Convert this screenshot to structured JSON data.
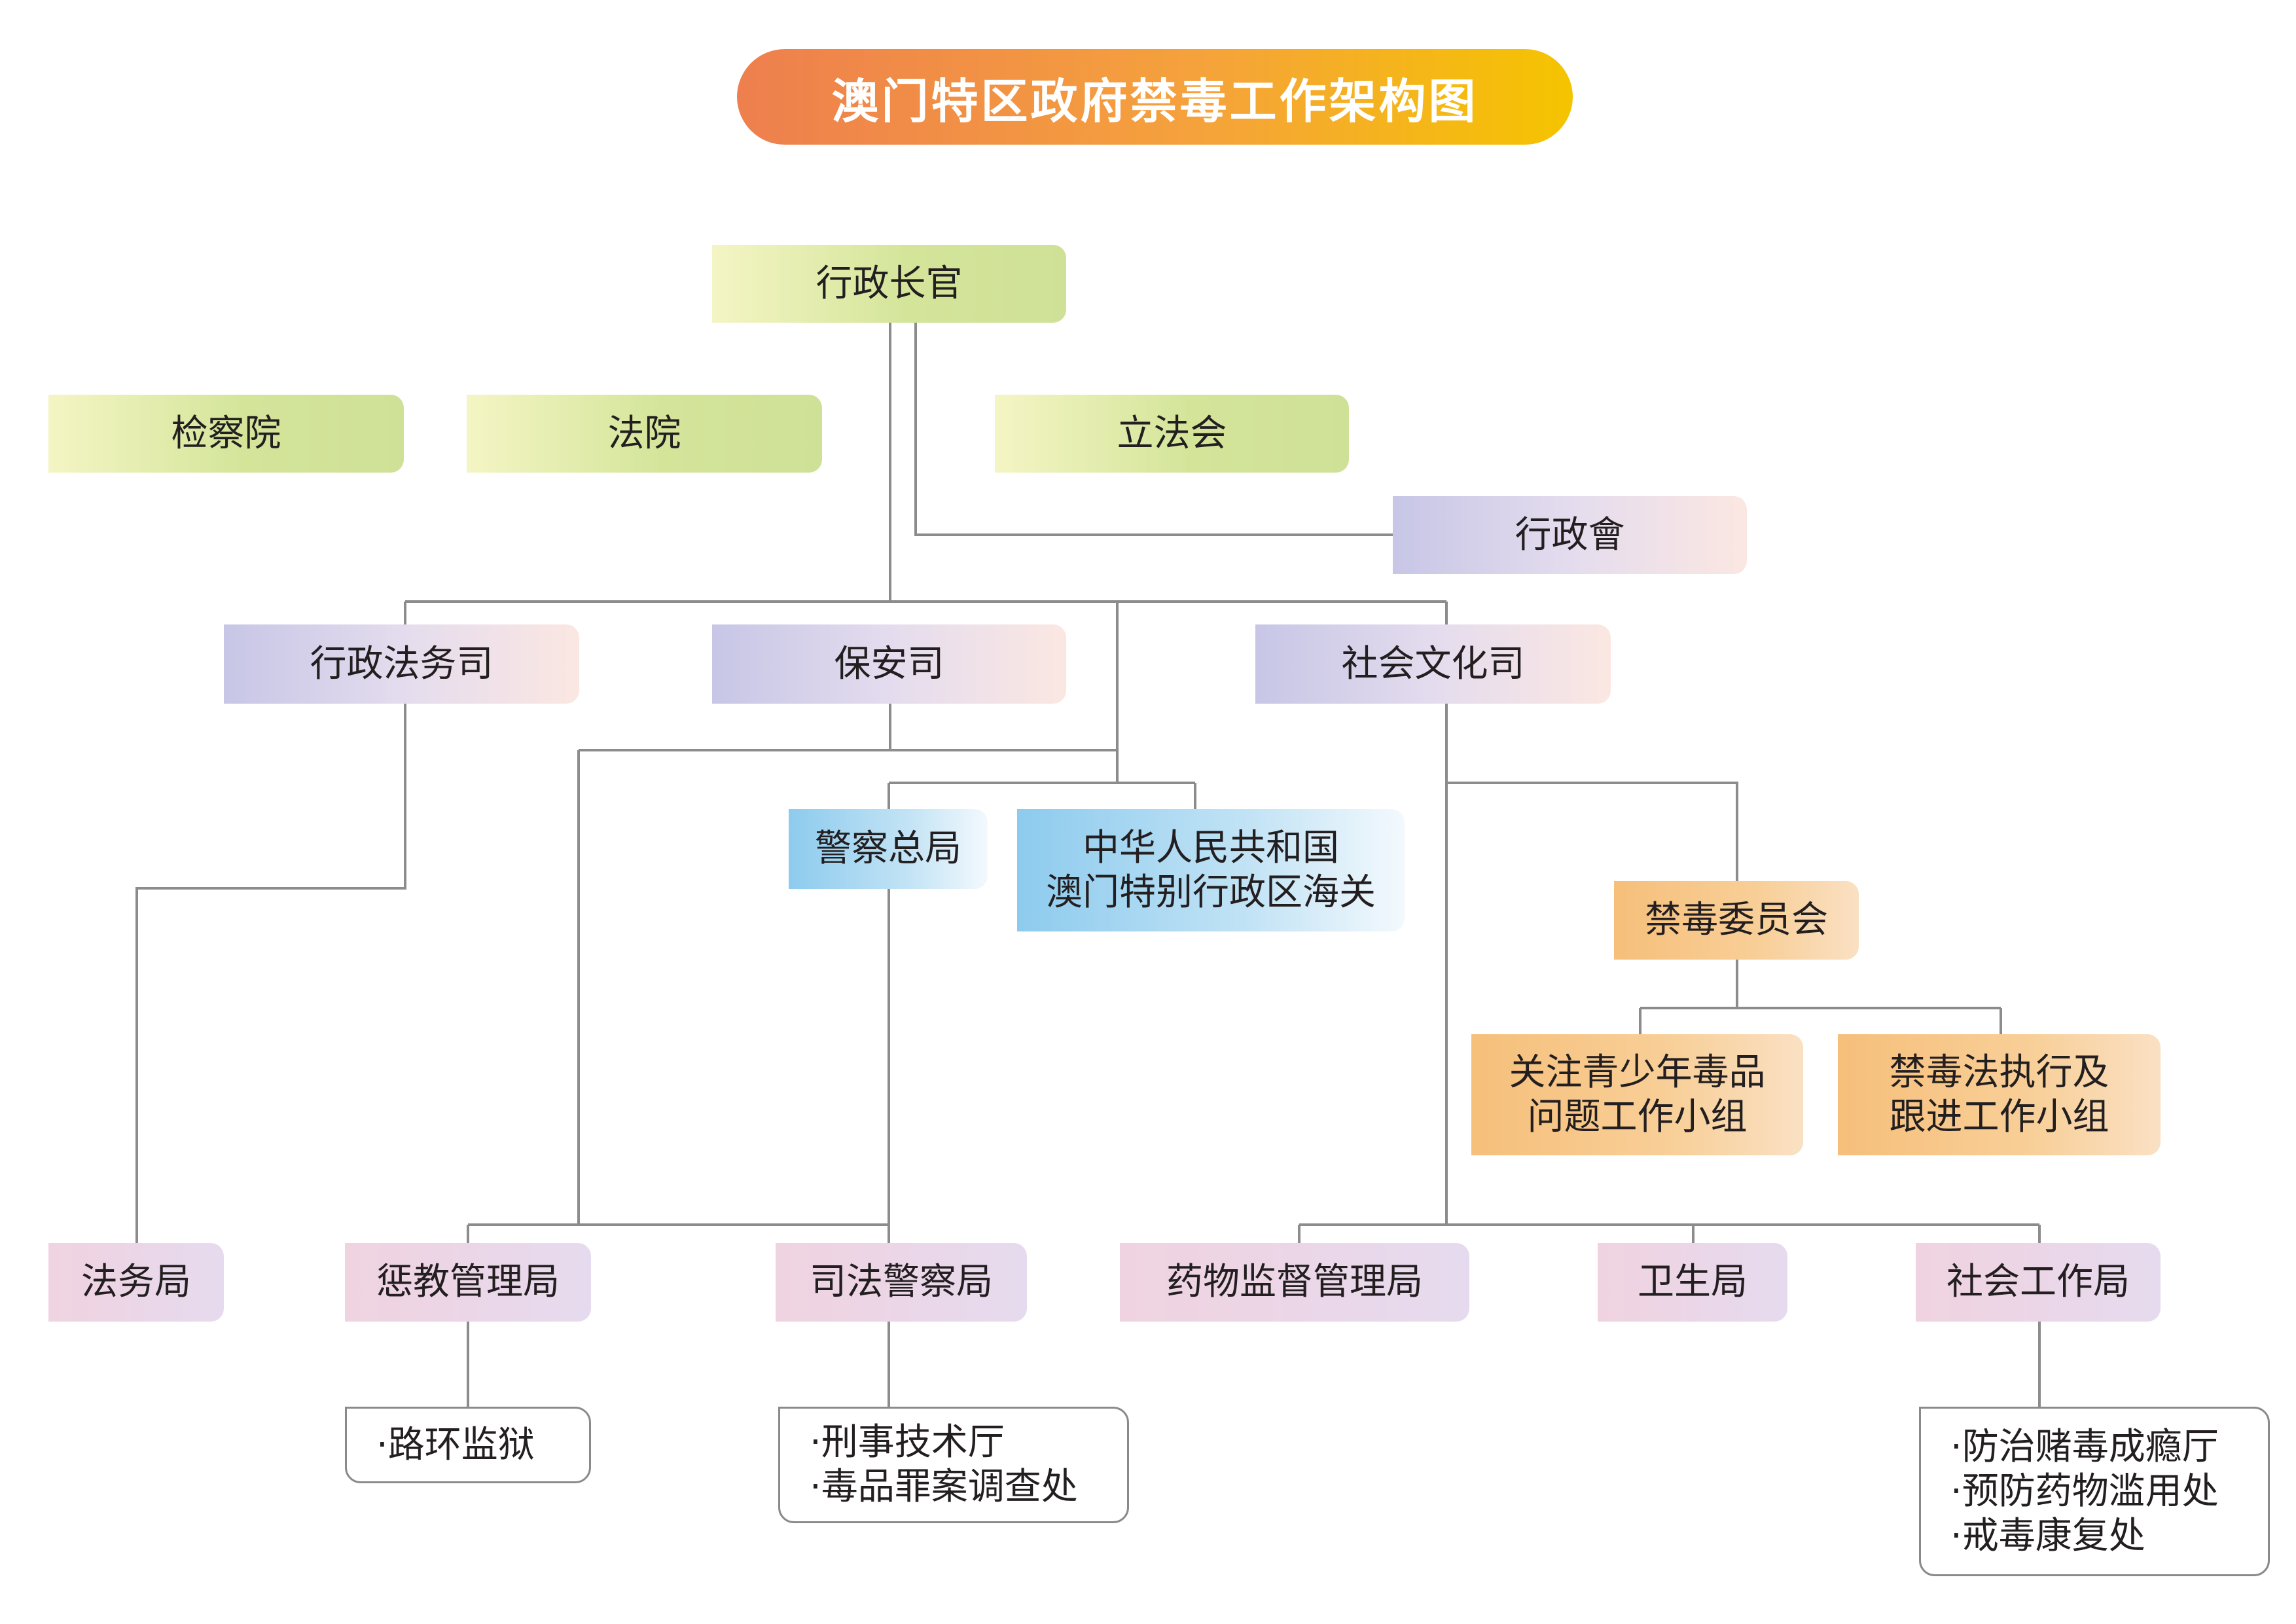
{
  "title": "澳门特区政府禁毒工作架构图",
  "nodes": {
    "chief_executive": "行政长官",
    "procuratorate": "检察院",
    "courts": "法院",
    "legislative_assembly": "立法会",
    "executive_council": "行政會",
    "secretariat_admin_justice": "行政法务司",
    "secretariat_security": "保安司",
    "secretariat_social_culture": "社会文化司",
    "psp": "警察总局",
    "customs": [
      "中华人民共和国",
      "澳门特别行政区海关"
    ],
    "anti_drug_committee": "禁毒委员会",
    "youth_drug_group": [
      "关注青少年毒品",
      "问题工作小组"
    ],
    "drug_law_group": [
      "禁毒法执行及",
      "跟进工作小组"
    ],
    "legal_affairs_bureau": "法务局",
    "correctional_bureau": "惩教管理局",
    "judiciary_police": "司法警察局",
    "drug_administration": "药物监督管理局",
    "health_bureau": "卫生局",
    "social_welfare_bureau": "社会工作局"
  },
  "sub_units": {
    "correctional": [
      "·路环监狱"
    ],
    "judiciary": [
      "·刑事技术厅",
      "·毒品罪案调查处"
    ],
    "social_welfare": [
      "·防治赌毒成瘾厅",
      "·预防药物滥用处",
      "·戒毒康复处"
    ]
  },
  "colors": {
    "connector": "#8c8c8c",
    "title_gradient": [
      "#ee7f4e",
      "#f5c400"
    ],
    "green": "#d4e59a",
    "purple": "#c7c6e6",
    "blue": "#8dcbee",
    "orange": "#f6bf7a",
    "pink": "#f0d3e0"
  }
}
